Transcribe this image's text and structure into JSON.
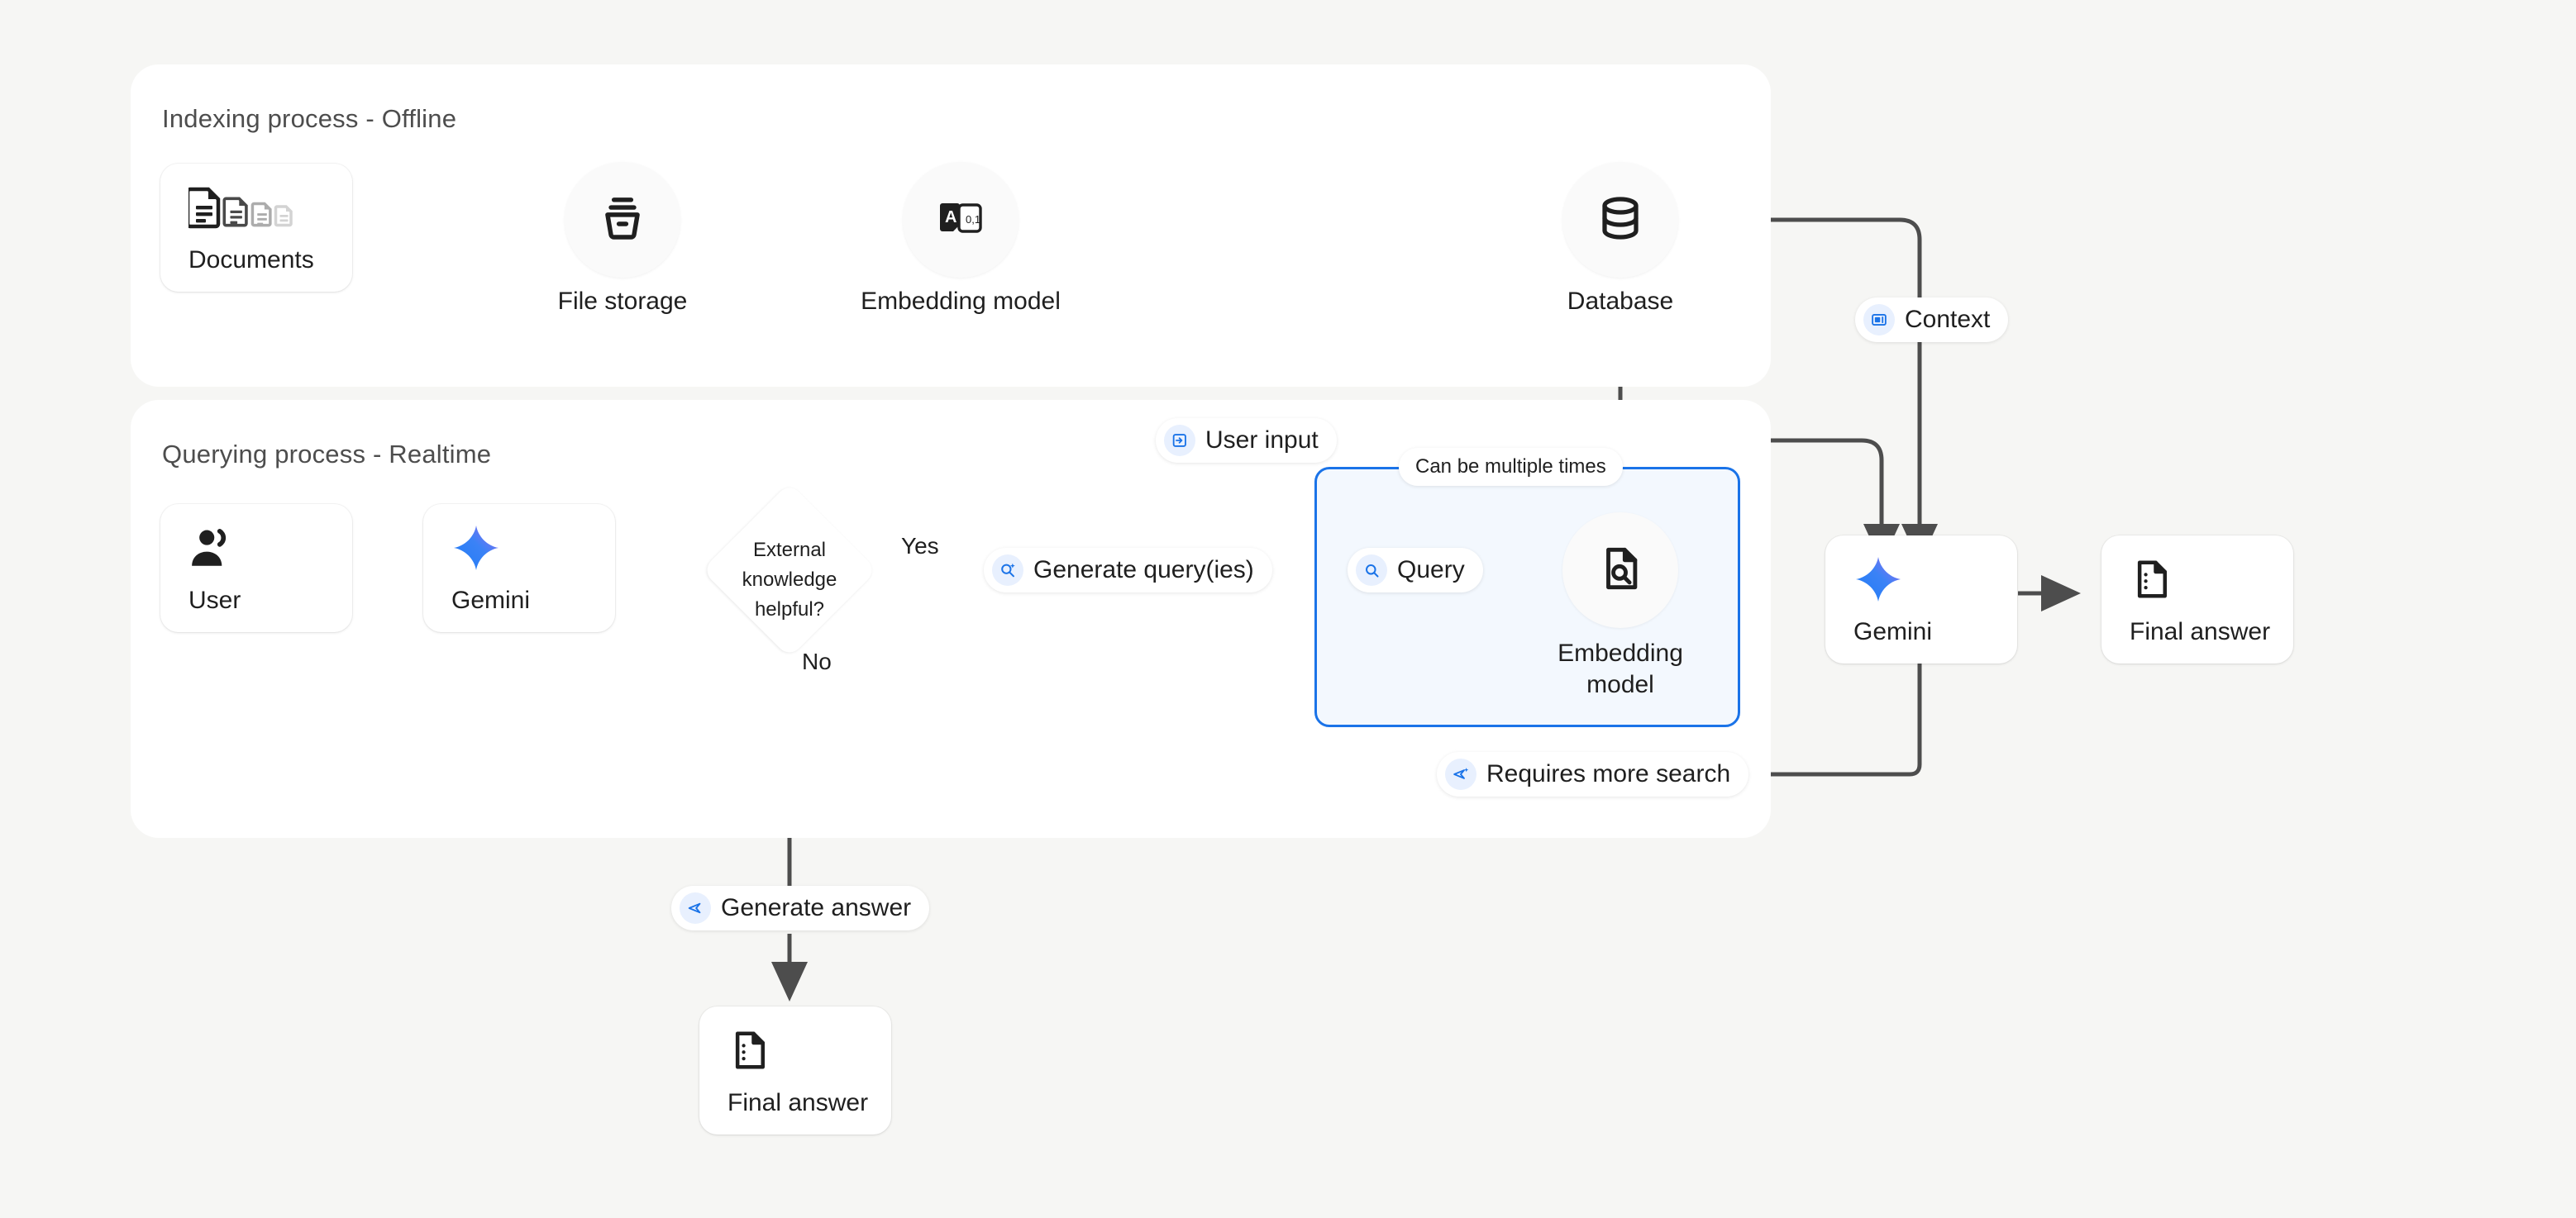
{
  "background_color": "#f6f6f4",
  "accent_color": "#1a73e8",
  "line_color": "#4d4d4d",
  "panels": {
    "indexing": {
      "title": "Indexing process - Offline"
    },
    "querying": {
      "title": "Querying process - Realtime"
    }
  },
  "indexing": {
    "documents": {
      "label": "Documents",
      "icon": "documents-icon"
    },
    "file_storage": {
      "label": "File storage",
      "icon": "archive-tray-icon"
    },
    "embedding_model": {
      "label": "Embedding model",
      "icon": "text-to-vector-icon"
    },
    "database": {
      "label": "Database",
      "icon": "database-icon"
    }
  },
  "querying": {
    "user": {
      "label": "User",
      "icon": "users-icon"
    },
    "gemini": {
      "label": "Gemini",
      "icon": "gemini-sparkle-icon"
    },
    "decision": {
      "label": "External knowledge helpful?",
      "line1": "External",
      "line2": "knowledge",
      "line3": "helpful?"
    },
    "yes_label": "Yes",
    "no_label": "No",
    "generate_queries": {
      "label": "Generate query(ies)",
      "icon": "search-sparkle-icon"
    },
    "loop_note": {
      "label": "Can be multiple times"
    },
    "query": {
      "label": "Query",
      "icon": "search-icon"
    },
    "embedding_model": {
      "label": "Embedding model",
      "line1": "Embedding",
      "line2": "model",
      "icon": "document-search-icon"
    },
    "requires_more_search": {
      "label": "Requires more search",
      "icon": "send-sparkle-icon"
    },
    "generate_answer": {
      "label": "Generate answer",
      "icon": "send-icon"
    },
    "final_answer_bottom": {
      "label": "Final answer",
      "icon": "answer-document-icon"
    }
  },
  "output": {
    "user_input": {
      "label": "User input",
      "icon": "input-arrow-icon"
    },
    "context": {
      "label": "Context",
      "icon": "context-panel-icon"
    },
    "gemini": {
      "label": "Gemini",
      "icon": "gemini-sparkle-icon"
    },
    "final_answer": {
      "label": "Final answer",
      "icon": "answer-document-icon"
    }
  }
}
